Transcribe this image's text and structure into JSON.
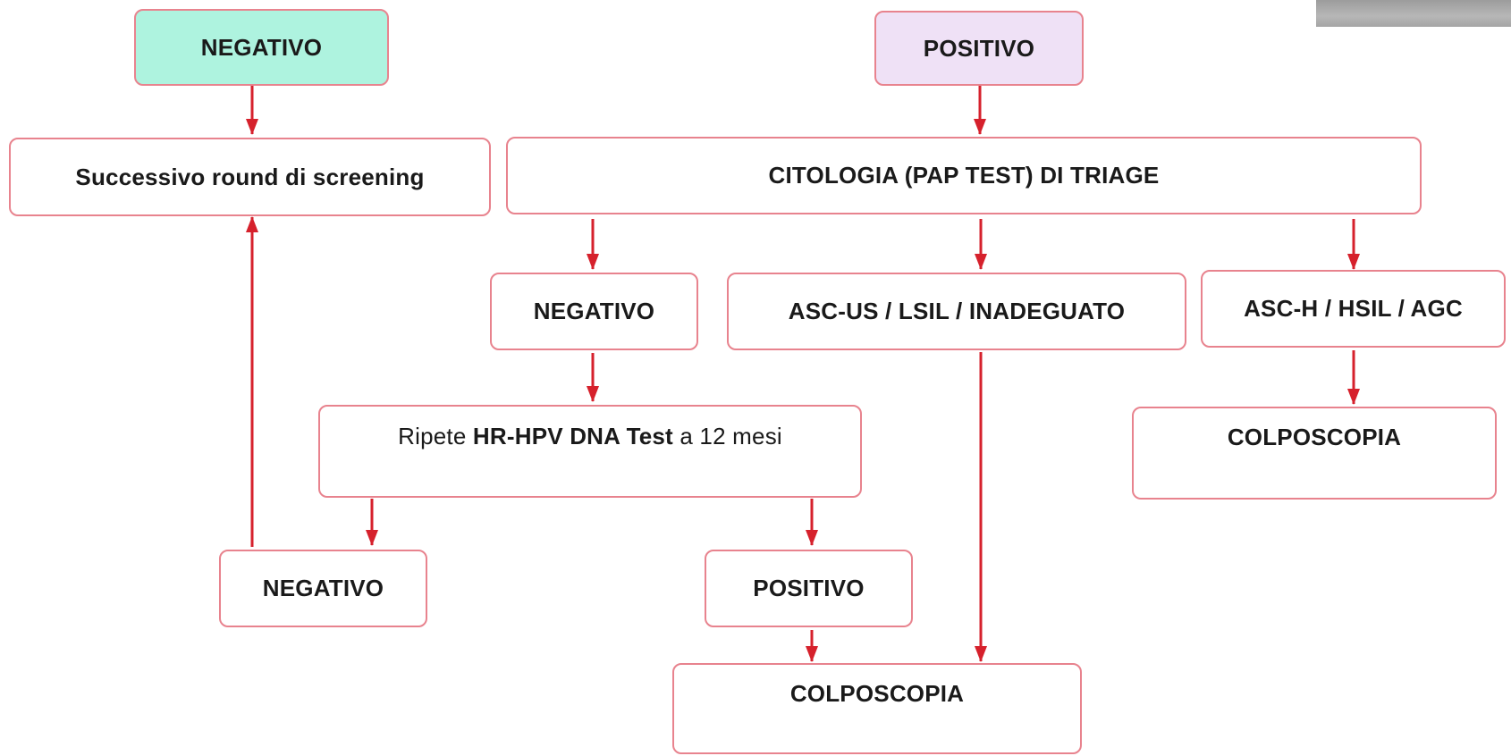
{
  "nodes": {
    "negativo_root": "NEGATIVO",
    "positivo_root": "POSITIVO",
    "successivo_round": "Successivo round di screening",
    "citologia_triage": "CITOLOGIA (PAP TEST) DI TRIAGE",
    "negativo_citologia": "NEGATIVO",
    "asc_us_lsil": "ASC-US / LSIL / INADEGUATO",
    "asc_h_hsil": "ASC-H / HSIL / AGC",
    "ripete_test": {
      "prefix": "Ripete ",
      "emphasis": "HR-HPV DNA Test",
      "suffix": " a 12 mesi"
    },
    "colposcopia_right": "COLPOSCOPIA",
    "negativo_repeat": "NEGATIVO",
    "positivo_repeat": "POSITIVO",
    "colposcopia_bottom": "COLPOSCOPIA"
  },
  "edges": [
    {
      "from": "negativo_root",
      "to": "successivo_round"
    },
    {
      "from": "positivo_root",
      "to": "citologia_triage"
    },
    {
      "from": "citologia_triage",
      "to": "negativo_citologia"
    },
    {
      "from": "citologia_triage",
      "to": "asc_us_lsil"
    },
    {
      "from": "citologia_triage",
      "to": "asc_h_hsil"
    },
    {
      "from": "negativo_citologia",
      "to": "ripete_test"
    },
    {
      "from": "asc_h_hsil",
      "to": "colposcopia_right"
    },
    {
      "from": "ripete_test",
      "to": "negativo_repeat"
    },
    {
      "from": "ripete_test",
      "to": "positivo_repeat"
    },
    {
      "from": "negativo_repeat",
      "to": "successivo_round"
    },
    {
      "from": "positivo_repeat",
      "to": "colposcopia_bottom"
    },
    {
      "from": "asc_us_lsil",
      "to": "colposcopia_bottom"
    }
  ],
  "colors": {
    "arrow": "#d6212c",
    "box_border": "#e8838e",
    "negativo_root_fill": "#aef3df",
    "positivo_root_fill": "#efe1f6"
  }
}
